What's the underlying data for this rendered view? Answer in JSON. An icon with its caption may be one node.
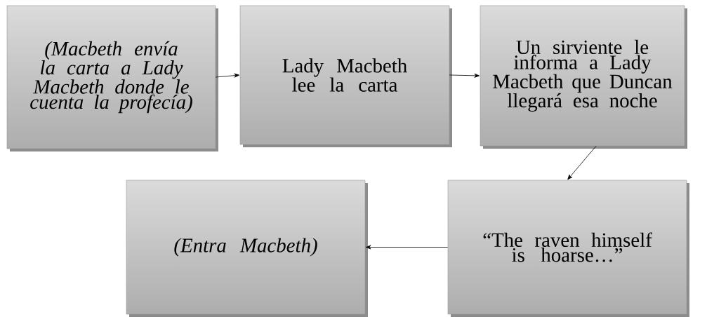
{
  "diagram": {
    "nodes": [
      {
        "text": [
          "(Macbeth envía la carta a Lady Macbeth donde le cuenta la profecía)"
        ]
      },
      {
        "text": [
          "Lady Macbeth lee la carta"
        ]
      },
      {
        "text": [
          "Un sirviente le informa a Lady Macbeth que Duncan llegará esa noche"
        ]
      },
      {
        "text": [
          "“The raven himself is hoarse…”"
        ]
      },
      {
        "text": [
          "(Entra Macbeth)"
        ]
      }
    ],
    "edges": [
      {
        "from": 0,
        "to": 1,
        "arrow": "to"
      },
      {
        "from": 1,
        "to": 2,
        "arrow": "to"
      },
      {
        "from": 2,
        "to": 3,
        "arrow": "to"
      },
      {
        "from": 3,
        "to": 4,
        "arrow": "to"
      }
    ]
  }
}
